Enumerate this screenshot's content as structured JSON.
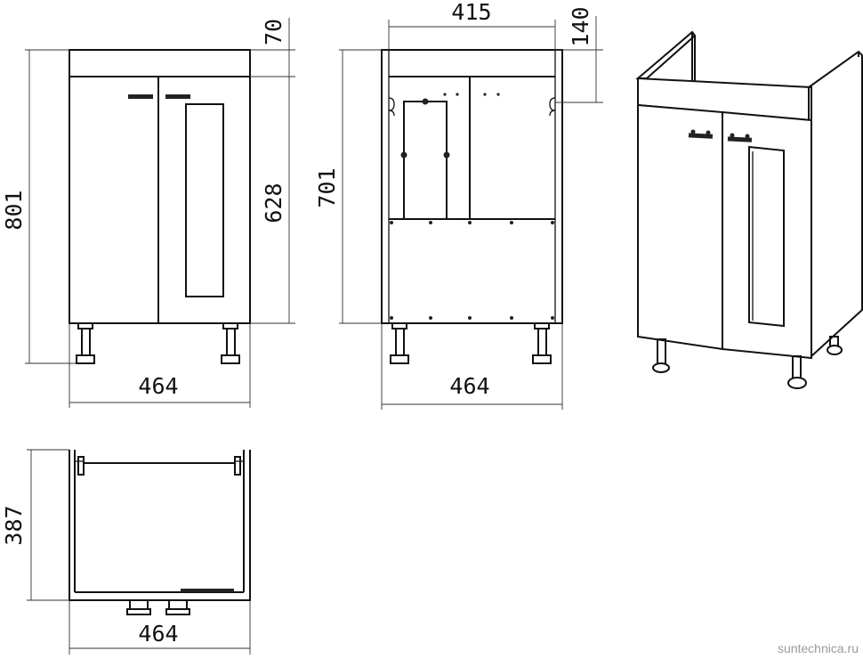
{
  "dimensions": {
    "front_height": "801",
    "front_top_panel": "70",
    "front_door_height": "628",
    "front_width": "464",
    "back_inner_width": "415",
    "back_top_offset": "140",
    "back_height": "701",
    "back_width": "464",
    "top_view_depth": "387",
    "top_view_width": "464"
  },
  "watermark": "suntechnica.ru"
}
